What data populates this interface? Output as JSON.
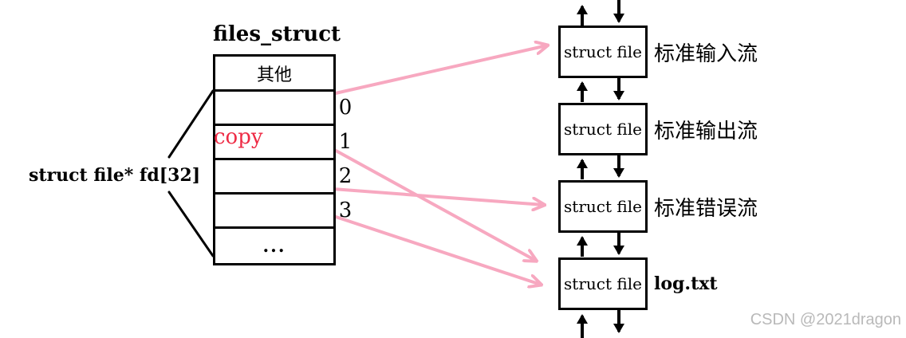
{
  "diagram_title": "files_struct",
  "left_label": "struct file* fd[32]",
  "copy_label": "copy",
  "table": {
    "header": "其他",
    "dots": "...",
    "indices": [
      "0",
      "1",
      "2",
      "3"
    ]
  },
  "boxes": [
    {
      "text": "struct file",
      "label": "标准输入流"
    },
    {
      "text": "struct file",
      "label": "标准输出流"
    },
    {
      "text": "struct file",
      "label": "标准错误流"
    },
    {
      "text": "struct file",
      "label": "log.txt"
    }
  ],
  "watermark": "CSDN @2021dragon",
  "colors": {
    "ink": "#000000",
    "pink": "#f7a8c0",
    "red": "#d8251c",
    "copy_red": "#ee2b45",
    "watermark": "#b9b9b9"
  }
}
